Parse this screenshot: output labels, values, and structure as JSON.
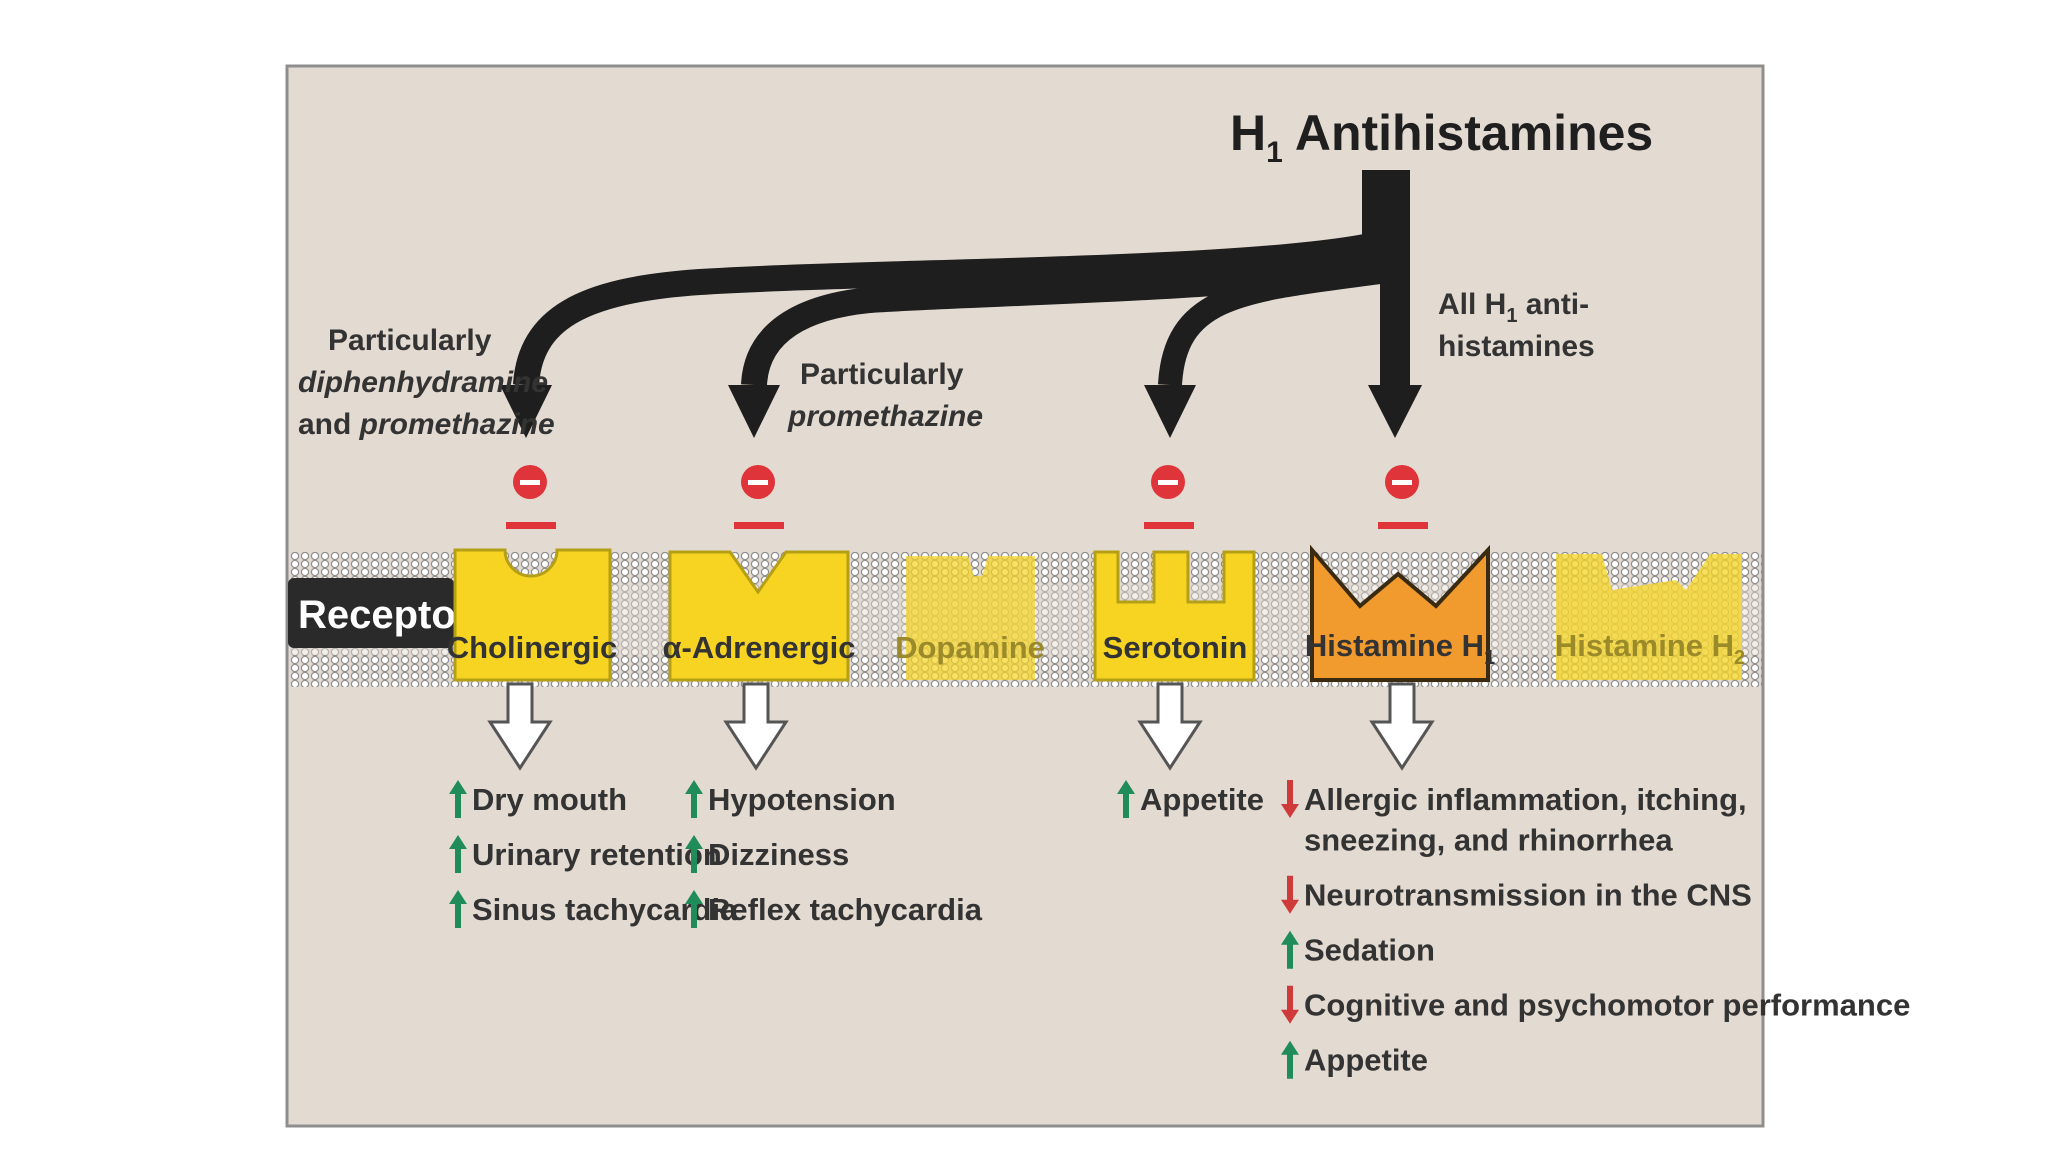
{
  "title": {
    "main": "H",
    "sub": "1",
    "rest": " Antihistamines"
  },
  "annotations": {
    "cholinergic_line1": "Particularly",
    "cholinergic_line2": "diphenhydramine",
    "cholinergic_line3_plain": "and ",
    "cholinergic_line3_italic": "promethazine",
    "adrenergic_line1": "Particularly",
    "adrenergic_line2": "promethazine",
    "all_line1_pre": "All H",
    "all_line1_sub": "1",
    "all_line1_post": " anti-",
    "all_line2": "histamines"
  },
  "receptors_label": "Receptors",
  "receptors": {
    "cholinergic": "Cholinergic",
    "adrenergic": "α-Adrenergic",
    "dopamine": "Dopamine",
    "serotonin": "Serotonin",
    "h1_main": "Histamine H",
    "h1_sub": "1",
    "h2_main": "Histamine H",
    "h2_sub": "2"
  },
  "effects": {
    "cholinergic": [
      {
        "dir": "up",
        "text": "Dry mouth"
      },
      {
        "dir": "up",
        "text": "Urinary retention"
      },
      {
        "dir": "up",
        "text": "Sinus tachycardia"
      }
    ],
    "adrenergic": [
      {
        "dir": "up",
        "text": "Hypotension"
      },
      {
        "dir": "up",
        "text": "Dizziness"
      },
      {
        "dir": "up",
        "text": "Reflex tachycardia"
      }
    ],
    "serotonin": [
      {
        "dir": "up",
        "text": "Appetite"
      }
    ],
    "h1": [
      {
        "dir": "down",
        "text": "Allergic inflammation, itching,"
      },
      {
        "dir": "none",
        "text": "sneezing, and rhinorrhea"
      },
      {
        "dir": "down",
        "text": "Neurotransmission in the CNS"
      },
      {
        "dir": "up",
        "text": "Sedation"
      },
      {
        "dir": "down",
        "text": "Cognitive and psychomotor performance"
      },
      {
        "dir": "up",
        "text": "Appetite"
      }
    ]
  },
  "colors": {
    "panel_bg": "#e3dbd2",
    "receptor_yellow": "#f6d421",
    "histamine_orange": "#f19a2e",
    "inhibit_red": "#e0343b",
    "up_green": "#1f8c5a",
    "down_red": "#cf3a3a",
    "arrow_dark": "#1e1e1e",
    "receptors_tag_bg": "#2a2a2a"
  }
}
